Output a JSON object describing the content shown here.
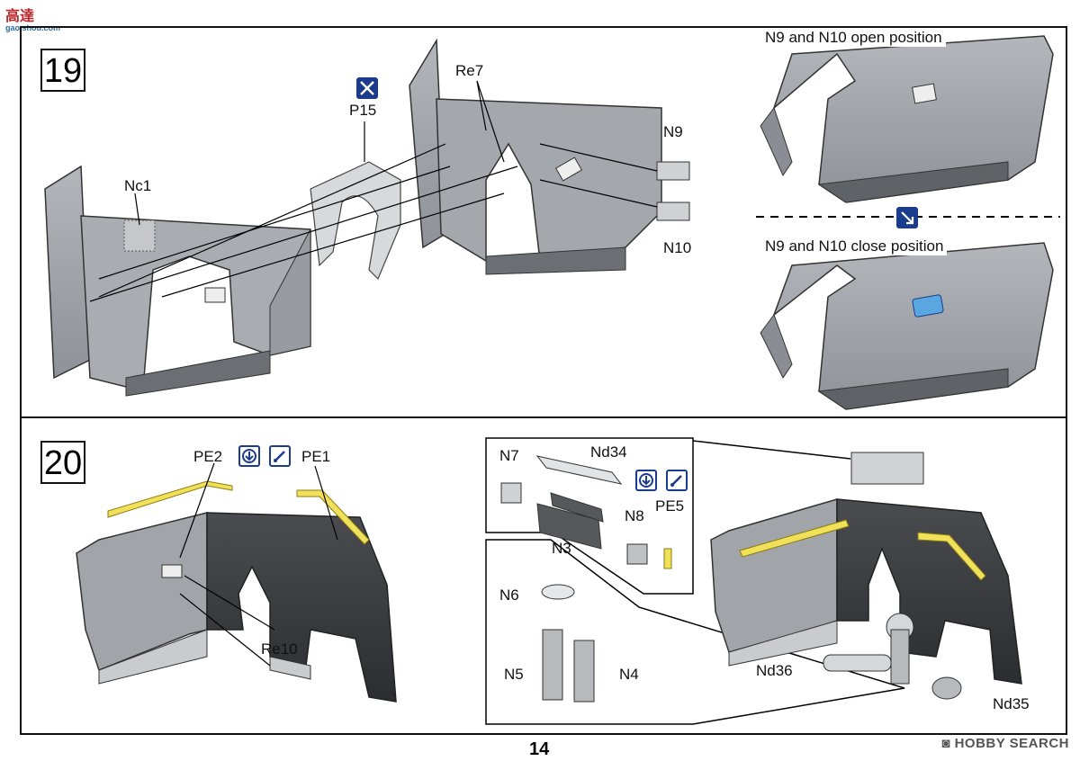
{
  "watermark": {
    "logo": "高達",
    "site": "gao.shou.com",
    "brand": "HOBBY SEARCH"
  },
  "page_number": "14",
  "step19": {
    "number": "19",
    "labels": {
      "nc1": "Nc1",
      "p15": "P15",
      "re7": "Re7",
      "n9": "N9",
      "n10": "N10"
    },
    "open_caption": "N9 and N10 open position",
    "close_caption": "N9 and N10 close position"
  },
  "step20": {
    "number": "20",
    "labels": {
      "pe2": "PE2",
      "pe1": "PE1",
      "re10": "Re10",
      "n7": "N7",
      "nd34": "Nd34",
      "n3": "N3",
      "n8": "N8",
      "pe5": "PE5",
      "n6": "N6",
      "n5": "N5",
      "n4": "N4",
      "nd36": "Nd36",
      "nd35": "Nd35"
    }
  },
  "icons": {
    "p15_icon": "cut-icon",
    "open_close_icon": "arrow-icon",
    "pe_bend_icon": "bend-icon",
    "pe_glue_icon": "glue-icon"
  },
  "colors": {
    "part_gray": "#9da1a8",
    "photo_etch": "#f0e05a",
    "highlight_blue": "#5aa6e0",
    "icon_blue": "#1b3c8c"
  }
}
